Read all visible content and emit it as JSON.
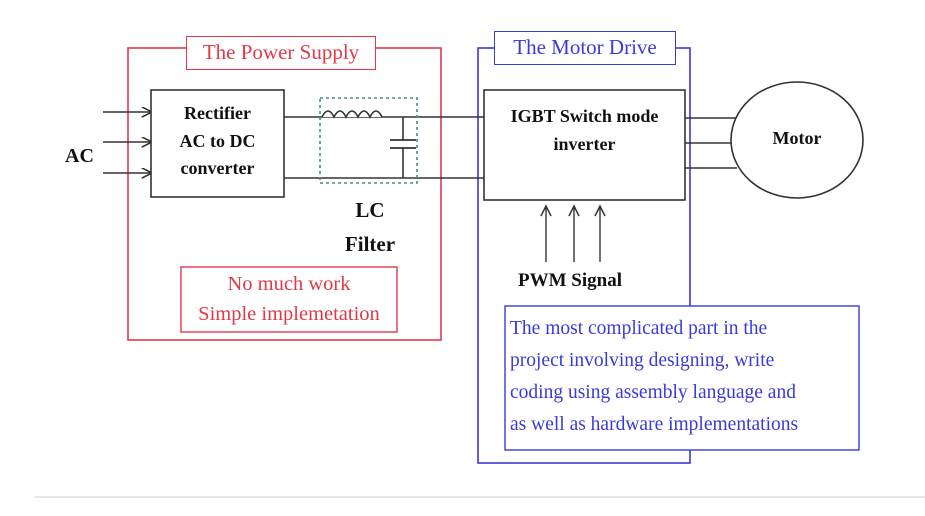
{
  "colors": {
    "power_supply": "#e03a48",
    "motor_drive": "#3a3ad6",
    "filter_dotted": "#4a8a8a",
    "line": "#333333"
  },
  "power_supply": {
    "title": "The Power Supply",
    "note_line1": "No much work",
    "note_line2": "Simple implemetation"
  },
  "ac_input": {
    "label": "AC"
  },
  "rectifier": {
    "line1": "Rectifier",
    "line2": "AC to DC",
    "line3": "converter"
  },
  "lc_filter": {
    "line1": "LC",
    "line2": "Filter"
  },
  "motor_drive": {
    "title": "The Motor Drive",
    "inverter_line1": "IGBT Switch mode",
    "inverter_line2": "inverter",
    "pwm_label": "PWM Signal",
    "note_line1": "The most complicated part in the",
    "note_line2": "project involving designing, write",
    "note_line3": "coding using assembly language and",
    "note_line4": "as well as hardware implementations"
  },
  "motor": {
    "label": "Motor"
  }
}
